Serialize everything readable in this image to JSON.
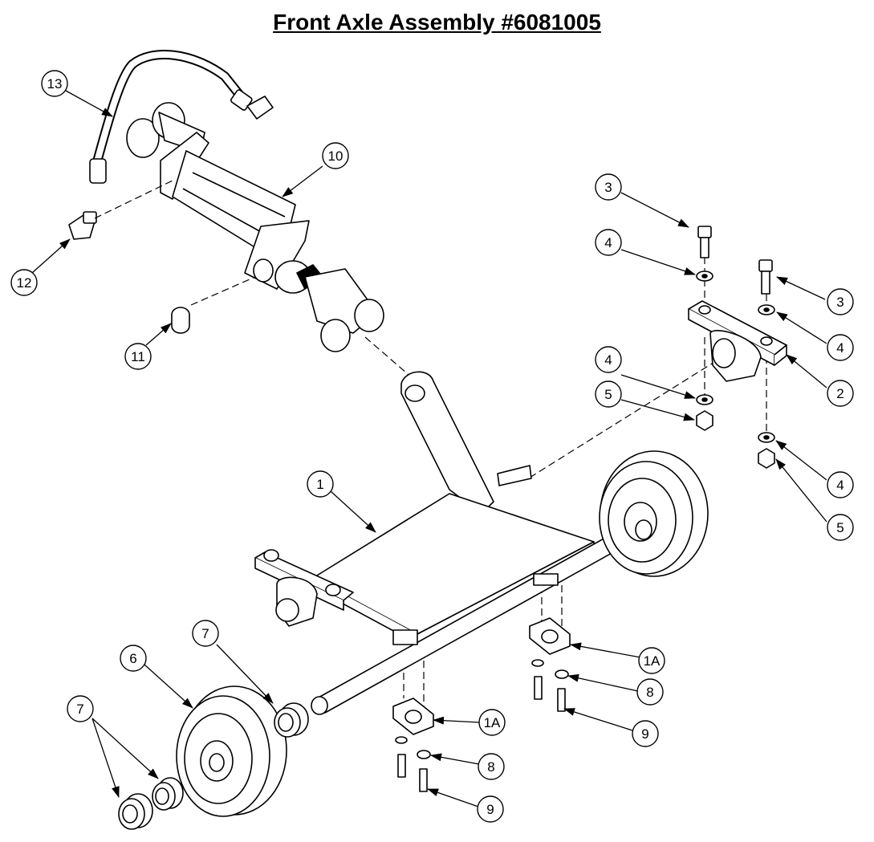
{
  "title": "Front Axle Assembly #6081005",
  "callouts": [
    {
      "id": "c13",
      "label": "13"
    },
    {
      "id": "c10",
      "label": "10"
    },
    {
      "id": "c12",
      "label": "12"
    },
    {
      "id": "c11",
      "label": "11"
    },
    {
      "id": "c3a",
      "label": "3"
    },
    {
      "id": "c4a",
      "label": "4"
    },
    {
      "id": "c3b",
      "label": "3"
    },
    {
      "id": "c4b",
      "label": "4"
    },
    {
      "id": "c2",
      "label": "2"
    },
    {
      "id": "c4c",
      "label": "4"
    },
    {
      "id": "c5a",
      "label": "5"
    },
    {
      "id": "c4d",
      "label": "4"
    },
    {
      "id": "c5b",
      "label": "5"
    },
    {
      "id": "c1",
      "label": "1"
    },
    {
      "id": "c1Aa",
      "label": "1A"
    },
    {
      "id": "c8a",
      "label": "8"
    },
    {
      "id": "c9a",
      "label": "9"
    },
    {
      "id": "c7a",
      "label": "7"
    },
    {
      "id": "c6",
      "label": "6"
    },
    {
      "id": "c7b",
      "label": "7"
    },
    {
      "id": "c1Ab",
      "label": "1A"
    },
    {
      "id": "c8b",
      "label": "8"
    },
    {
      "id": "c9b",
      "label": "9"
    }
  ]
}
